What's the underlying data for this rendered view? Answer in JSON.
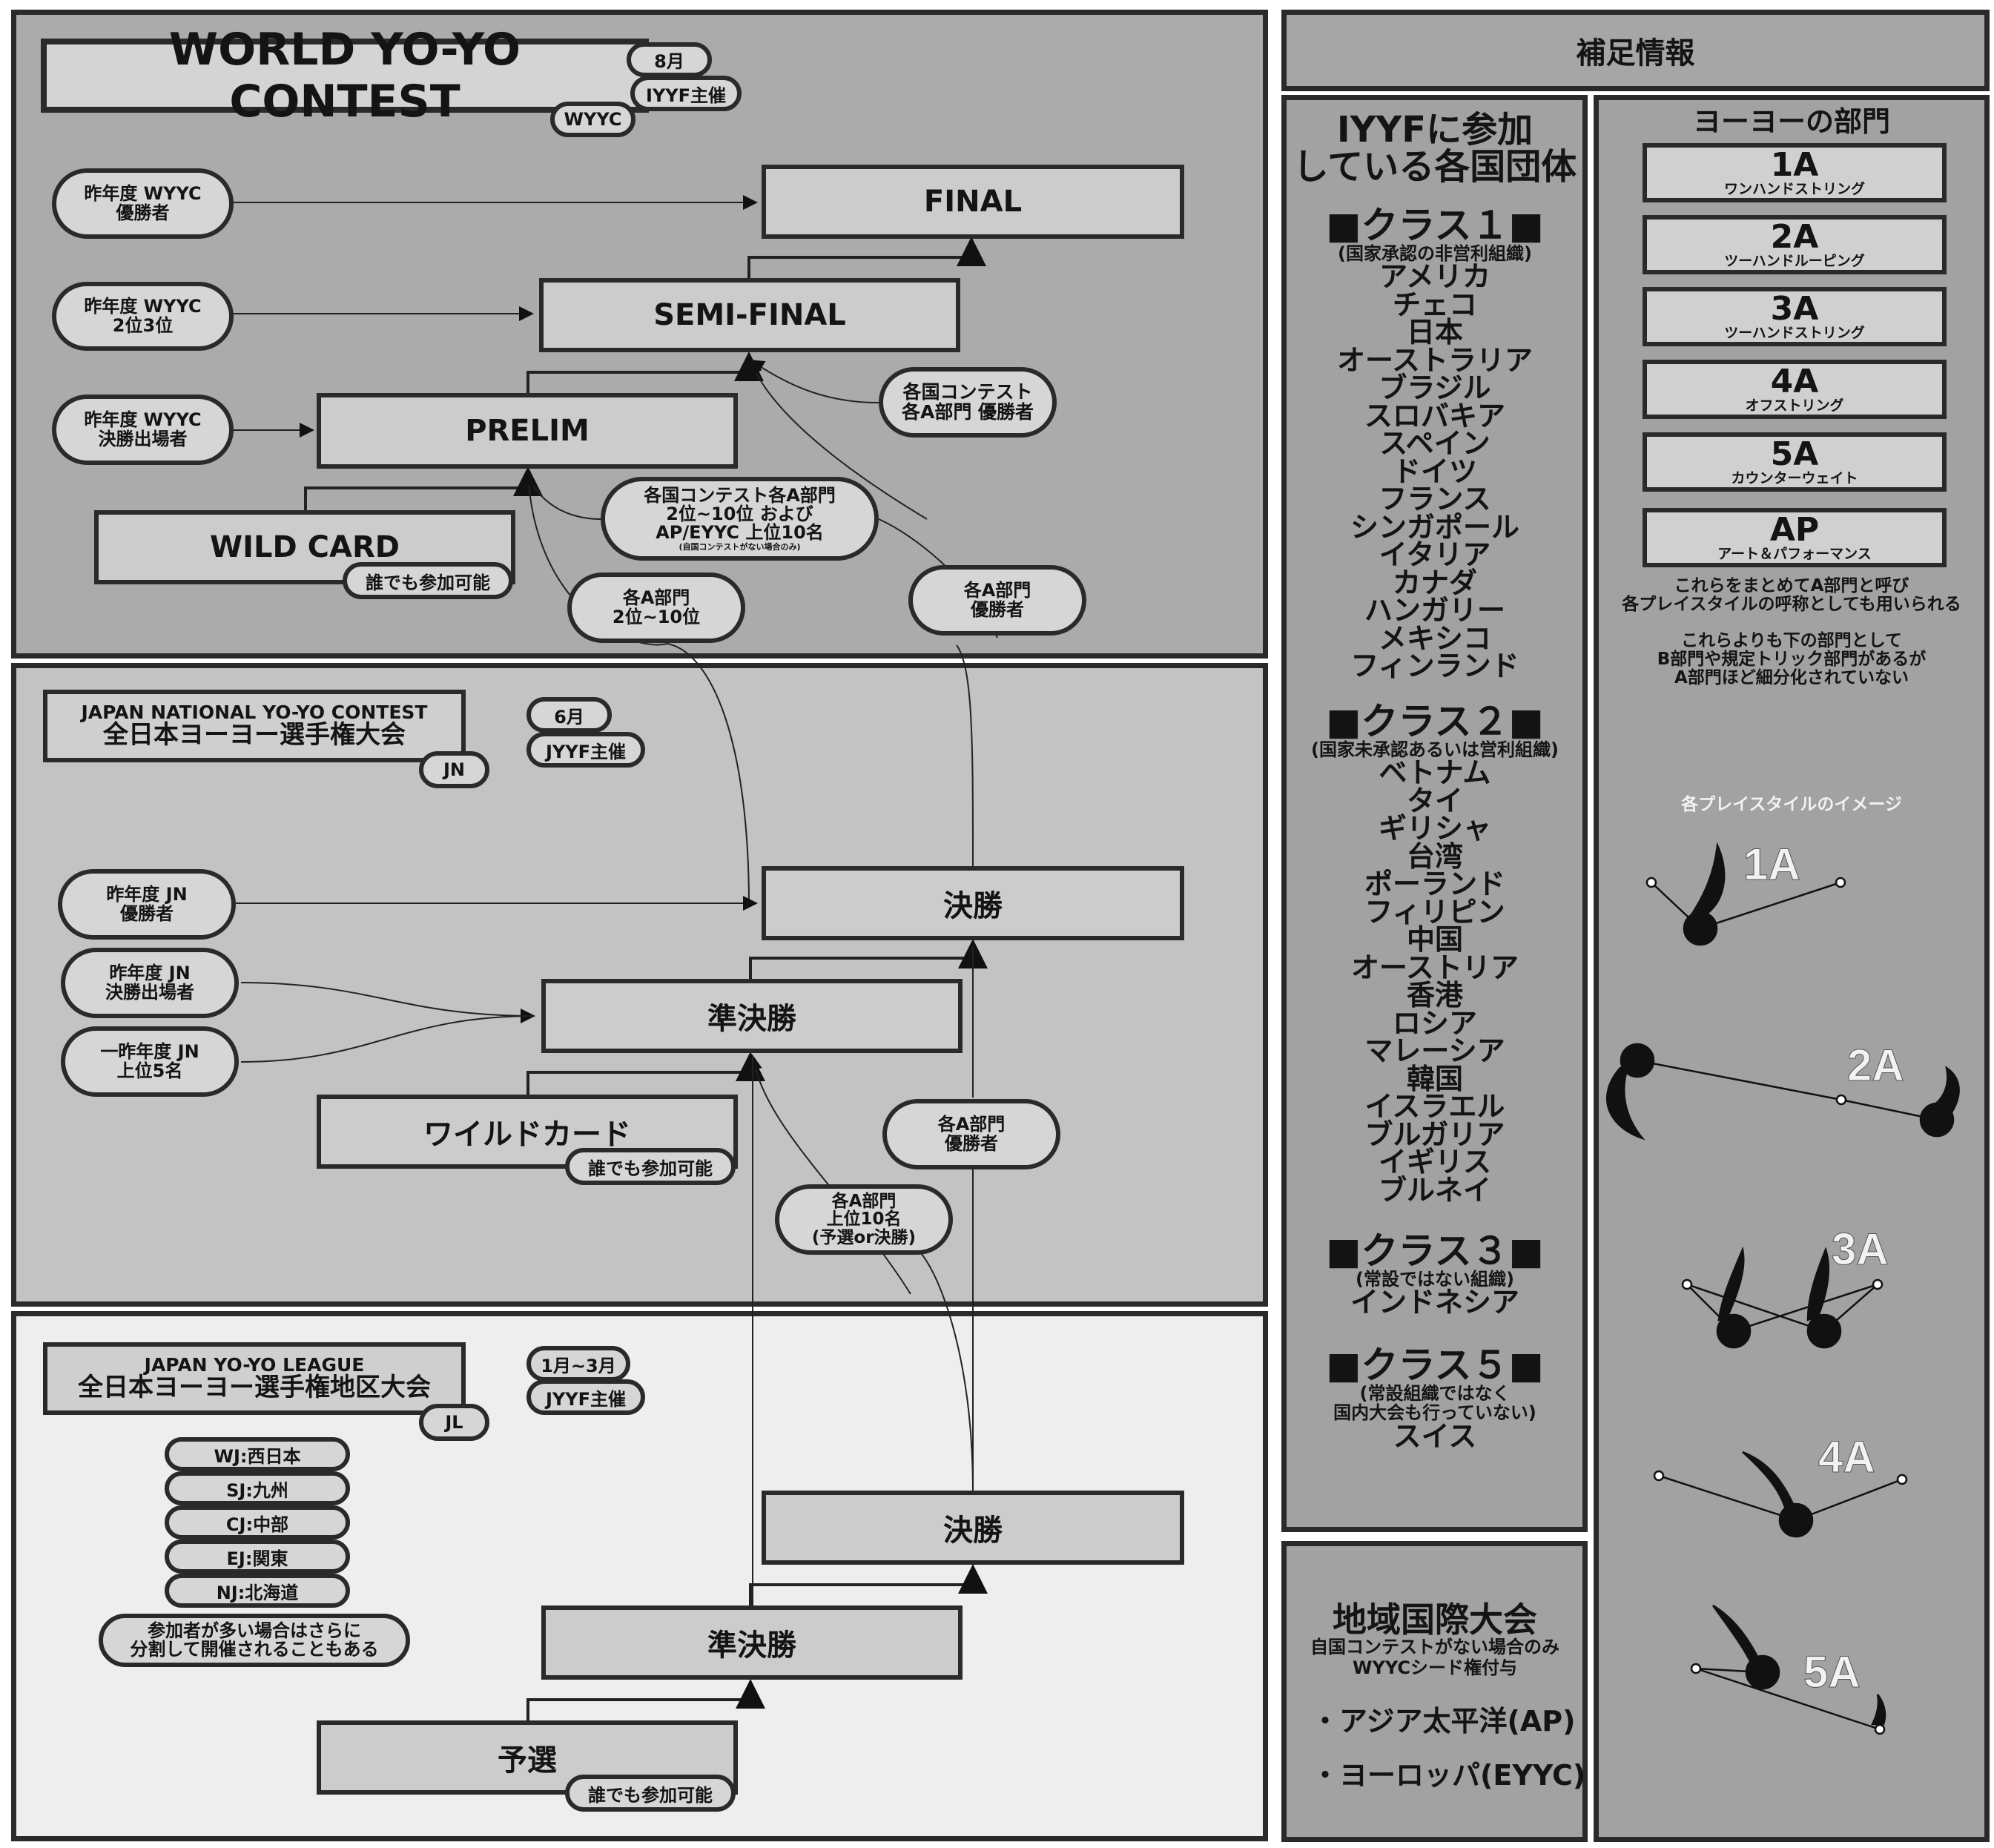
{
  "wyyc": {
    "title": "WORLD YO-YO CONTEST",
    "abbr": "WYYC",
    "month": "8月",
    "organizer": "IYYF主催",
    "final": "FINAL",
    "semifinal": "SEMI-FINAL",
    "prelim": "PRELIM",
    "wildcard": "WILD CARD",
    "open_entry": "誰でも参加可能",
    "seed_champion": [
      "昨年度 WYYC",
      "優勝者"
    ],
    "seed_2nd3rd": [
      "昨年度 WYYC",
      "2位3位"
    ],
    "seed_finalists": [
      "昨年度 WYYC",
      "決勝出場者"
    ],
    "seed_national_champs": [
      "各国コンテスト",
      "各A部門 優勝者"
    ],
    "seed_national_2to10": [
      "各国コンテスト各A部門",
      "2位~10位 および",
      "AP/EYYC 上位10名",
      "(自国コンテストがない場合のみ)"
    ],
    "seed_jn_2to10": [
      "各A部門",
      "2位~10位"
    ],
    "seed_jn_champs": [
      "各A部門",
      "優勝者"
    ]
  },
  "jn": {
    "title_en": "JAPAN NATIONAL YO-YO CONTEST",
    "title_jp": "全日本ヨーヨー選手権大会",
    "abbr": "JN",
    "month": "6月",
    "organizer": "JYYF主催",
    "final": "決勝",
    "semifinal": "準決勝",
    "wildcard": "ワイルドカード",
    "open_entry": "誰でも参加可能",
    "seed_champion": [
      "昨年度 JN",
      "優勝者"
    ],
    "seed_finalists": [
      "昨年度 JN",
      "決勝出場者"
    ],
    "seed_top5": [
      "一昨年度 JN",
      "上位5名"
    ],
    "seed_jl_champs": [
      "各A部門",
      "優勝者"
    ],
    "seed_jl_top10": [
      "各A部門",
      "上位10名",
      "(予選or決勝)"
    ]
  },
  "jl": {
    "title_en": "JAPAN YO-YO LEAGUE",
    "title_jp": "全日本ヨーヨー選手権地区大会",
    "abbr": "JL",
    "month": "1月~3月",
    "organizer": "JYYF主催",
    "regions": [
      "WJ:西日本",
      "SJ:九州",
      "CJ:中部",
      "EJ:関東",
      "NJ:北海道"
    ],
    "regions_note": [
      "参加者が多い場合はさらに",
      "分割して開催されることもある"
    ],
    "final": "決勝",
    "semifinal": "準決勝",
    "prelim": "予選",
    "open_entry": "誰でも参加可能"
  },
  "info": {
    "header": "補足情報",
    "members": {
      "title": [
        "IYYFに参加",
        "している各国団体"
      ],
      "class1": {
        "head": "■クラス１■",
        "sub": [
          "(国家承認の非営利組織)"
        ],
        "countries": [
          "アメリカ",
          "チェコ",
          "日本",
          "オーストラリア",
          "ブラジル",
          "スロバキア",
          "スペイン",
          "ドイツ",
          "フランス",
          "シンガポール",
          "イタリア",
          "カナダ",
          "ハンガリー",
          "メキシコ",
          "フィンランド"
        ]
      },
      "class2": {
        "head": "■クラス２■",
        "sub": [
          "(国家未承認あるいは営利組織)"
        ],
        "countries": [
          "ベトナム",
          "タイ",
          "ギリシャ",
          "台湾",
          "ポーランド",
          "フィリピン",
          "中国",
          "オーストリア",
          "香港",
          "ロシア",
          "マレーシア",
          "韓国",
          "イスラエル",
          "ブルガリア",
          "イギリス",
          "ブルネイ"
        ]
      },
      "class3": {
        "head": "■クラス３■",
        "sub": [
          "(常設ではない組織)"
        ],
        "countries": [
          "インドネシア"
        ]
      },
      "class5": {
        "head": "■クラス５■",
        "sub": [
          "(常設組織ではなく",
          "国内大会も行っていない)"
        ],
        "countries": [
          "スイス"
        ]
      }
    },
    "regional": {
      "title": "地域国際大会",
      "sub": [
        "自国コンテストがない場合のみ",
        "WYYCシード権付与"
      ],
      "items": [
        "・アジア太平洋(AP)",
        "・ヨーロッパ(EYYC)"
      ]
    },
    "divisions": {
      "title": "ヨーヨーの部門",
      "items": [
        {
          "code": "1A",
          "name": "ワンハンドストリング"
        },
        {
          "code": "2A",
          "name": "ツーハンドルーピング"
        },
        {
          "code": "3A",
          "name": "ツーハンドストリング"
        },
        {
          "code": "4A",
          "name": "オフストリング"
        },
        {
          "code": "5A",
          "name": "カウンターウェイト"
        },
        {
          "code": "AP",
          "name": "アート＆パフォーマンス"
        }
      ],
      "note1": [
        "これらをまとめてA部門と呼び",
        "各プレイスタイルの呼称としても用いられる"
      ],
      "note2": [
        "これらよりも下の部門として",
        "B部門や規定トリック部門があるが",
        "A部門ほど細分化されていない"
      ],
      "image_title": "各プレイスタイルのイメージ",
      "image_labels": [
        "1A",
        "2A",
        "3A",
        "4A",
        "5A"
      ]
    }
  }
}
